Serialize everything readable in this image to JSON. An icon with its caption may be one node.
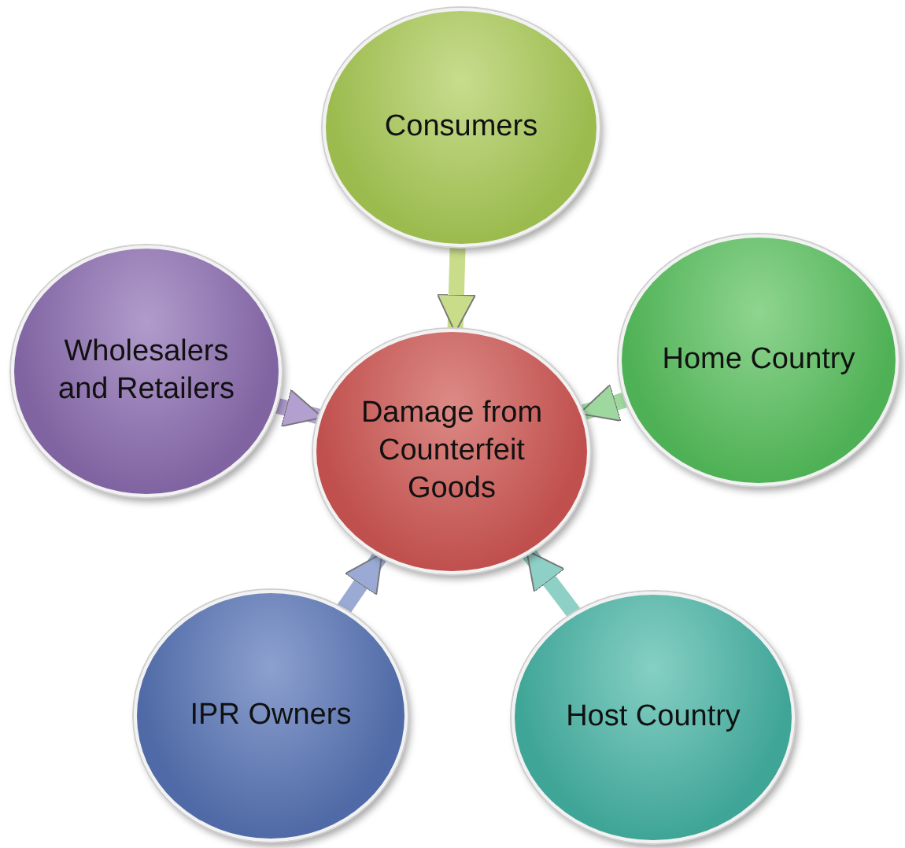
{
  "diagram": {
    "nodes": [
      {
        "text": [
          "Consumers"
        ]
      },
      {
        "text": [
          "Wholesalers and Retailers"
        ]
      },
      {
        "text": [
          "Home Country"
        ]
      },
      {
        "text": [
          "Damage from Counterfeit Goods"
        ]
      },
      {
        "text": [
          "IPR Owners"
        ]
      },
      {
        "text": [
          "Host Country"
        ]
      }
    ],
    "edges": [
      {
        "from": 0,
        "to": 3,
        "arrow": "to",
        "color": "#c9dc8a"
      },
      {
        "from": 1,
        "to": 3,
        "arrow": "to",
        "color": "#b39fd0"
      },
      {
        "from": 2,
        "to": 3,
        "arrow": "to",
        "color": "#9fd89f"
      },
      {
        "from": 4,
        "to": 3,
        "arrow": "to",
        "color": "#9aaad4"
      },
      {
        "from": 5,
        "to": 3,
        "arrow": "to",
        "color": "#8fd0c6"
      }
    ]
  }
}
